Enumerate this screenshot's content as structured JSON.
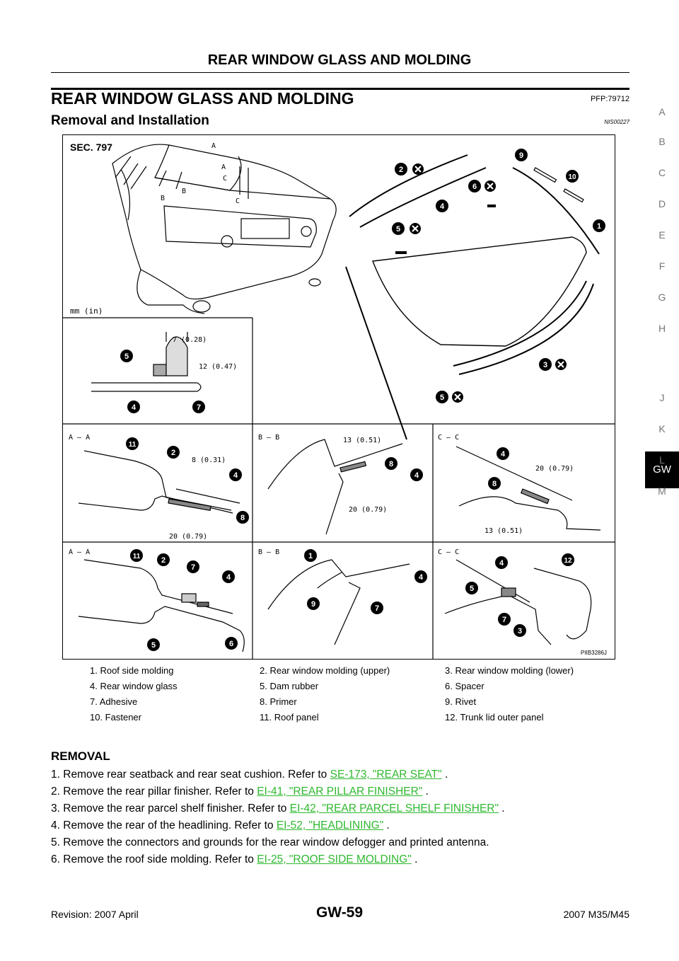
{
  "header": {
    "title": "REAR WINDOW GLASS AND MOLDING"
  },
  "section": {
    "title": "REAR WINDOW GLASS AND MOLDING",
    "code": "PFP:79712"
  },
  "subsection": {
    "title": "Removal and Installation",
    "code": "NIS00227"
  },
  "side_tabs": [
    "A",
    "B",
    "C",
    "D",
    "E",
    "F",
    "G",
    "H",
    "GW",
    "J",
    "K",
    "L",
    "M"
  ],
  "active_tab": "GW",
  "figure": {
    "sec_label": "SEC. 797",
    "unit_label": "mm (in)",
    "figure_id": "PIIB3286J",
    "section_labels": {
      "aa": "A – A",
      "bb": "B – B",
      "cc": "C – C",
      "a": "A",
      "b": "B",
      "c": "C"
    },
    "dims": {
      "d7": "7 (0.28)",
      "d12": "12 (0.47)",
      "d8": "8 (0.31)",
      "d20": "20 (0.79)",
      "d13": "13 (0.51)"
    },
    "callouts": {
      "n1": "1",
      "n2": "2",
      "n3": "3",
      "n4": "4",
      "n5": "5",
      "n6": "6",
      "n7": "7",
      "n8": "8",
      "n9": "9",
      "n10": "10",
      "n11": "11",
      "n12": "12"
    }
  },
  "legend": [
    [
      "1.   Roof side molding",
      "2.   Rear window molding (upper)",
      "3.   Rear window molding (lower)"
    ],
    [
      "4.   Rear window glass",
      "5.   Dam rubber",
      "6.   Spacer"
    ],
    [
      "7.   Adhesive",
      "8.   Primer",
      "9.   Rivet"
    ],
    [
      "10.   Fastener",
      "11.   Roof panel",
      "12.   Trunk lid outer panel"
    ]
  ],
  "removal": {
    "title": "REMOVAL",
    "steps": [
      {
        "num": "1.",
        "text": "Remove rear seatback and rear seat cushion. Refer to ",
        "link": "SE-173, \"REAR SEAT\"",
        "end": " ."
      },
      {
        "num": "2.",
        "text": "Remove the rear pillar finisher. Refer to ",
        "link": "EI-41, \"REAR PILLAR FINISHER\"",
        "end": " ."
      },
      {
        "num": "3.",
        "text": "Remove the rear parcel shelf finisher. Refer to ",
        "link": "EI-42, \"REAR PARCEL SHELF FINISHER\"",
        "end": " ."
      },
      {
        "num": "4.",
        "text": "Remove the rear of the headlining. Refer to ",
        "link": "EI-52, \"HEADLINING\"",
        "end": " ."
      },
      {
        "num": "5.",
        "text": "Remove the connectors and grounds for the rear window defogger and printed antenna.",
        "link": "",
        "end": ""
      },
      {
        "num": "6.",
        "text": "Remove the roof side molding. Refer to ",
        "link": "EI-25, \"ROOF SIDE MOLDING\"",
        "end": " ."
      }
    ]
  },
  "footer": {
    "revision": "Revision: 2007 April",
    "page": "GW-59",
    "model": "2007 M35/M45"
  }
}
